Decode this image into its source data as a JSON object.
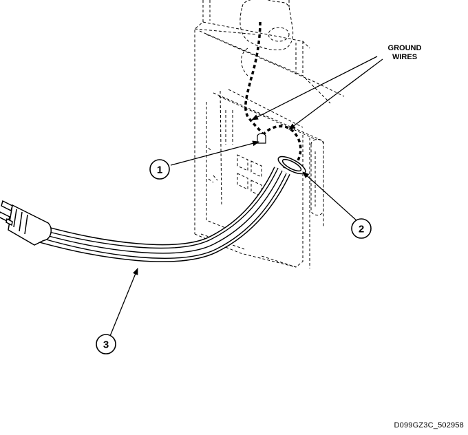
{
  "labels": {
    "ground_wires_line1": "GROUND",
    "ground_wires_line2": "WIRES"
  },
  "callouts": [
    {
      "number": "1"
    },
    {
      "number": "2"
    },
    {
      "number": "3"
    }
  ],
  "reference_code": "D099GZ3C_502958",
  "colors": {
    "line": "#000000",
    "background": "#ffffff"
  }
}
